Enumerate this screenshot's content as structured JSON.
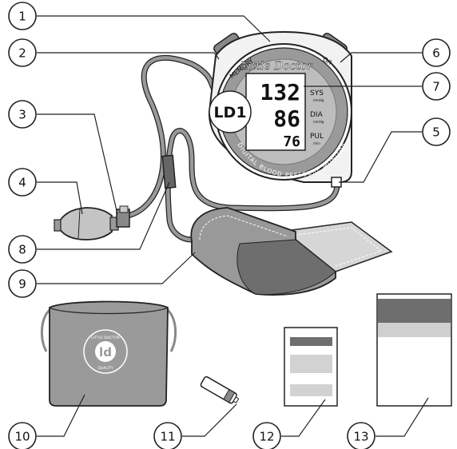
{
  "callouts": [
    "1",
    "2",
    "3",
    "4",
    "5",
    "6",
    "7",
    "8",
    "9",
    "10",
    "11",
    "12",
    "13"
  ],
  "monitor": {
    "brand": "Little Doctor",
    "model": "LD1",
    "memory_label": "MEMORY",
    "power_label": "O/I",
    "ring_text": "DIGITAL BLOOD PRESSURE MONITOR",
    "systolic": "132",
    "diastolic": "86",
    "pulse": "76",
    "sys_label": "SYS",
    "sys_unit": "mmHg",
    "dia_label": "DIA",
    "dia_unit": "mmHg",
    "pul_label": "PUL",
    "pul_unit": "/min"
  },
  "pouch": {
    "logo_letters": "ld",
    "logo_top": "LITTLE DOCTOR",
    "logo_bottom": "QUALITY"
  },
  "colors": {
    "outline": "#222222",
    "gray_dark": "#777777",
    "gray_mid": "#999999",
    "gray_light": "#cccccc",
    "gray_pale": "#e0e0e0"
  }
}
